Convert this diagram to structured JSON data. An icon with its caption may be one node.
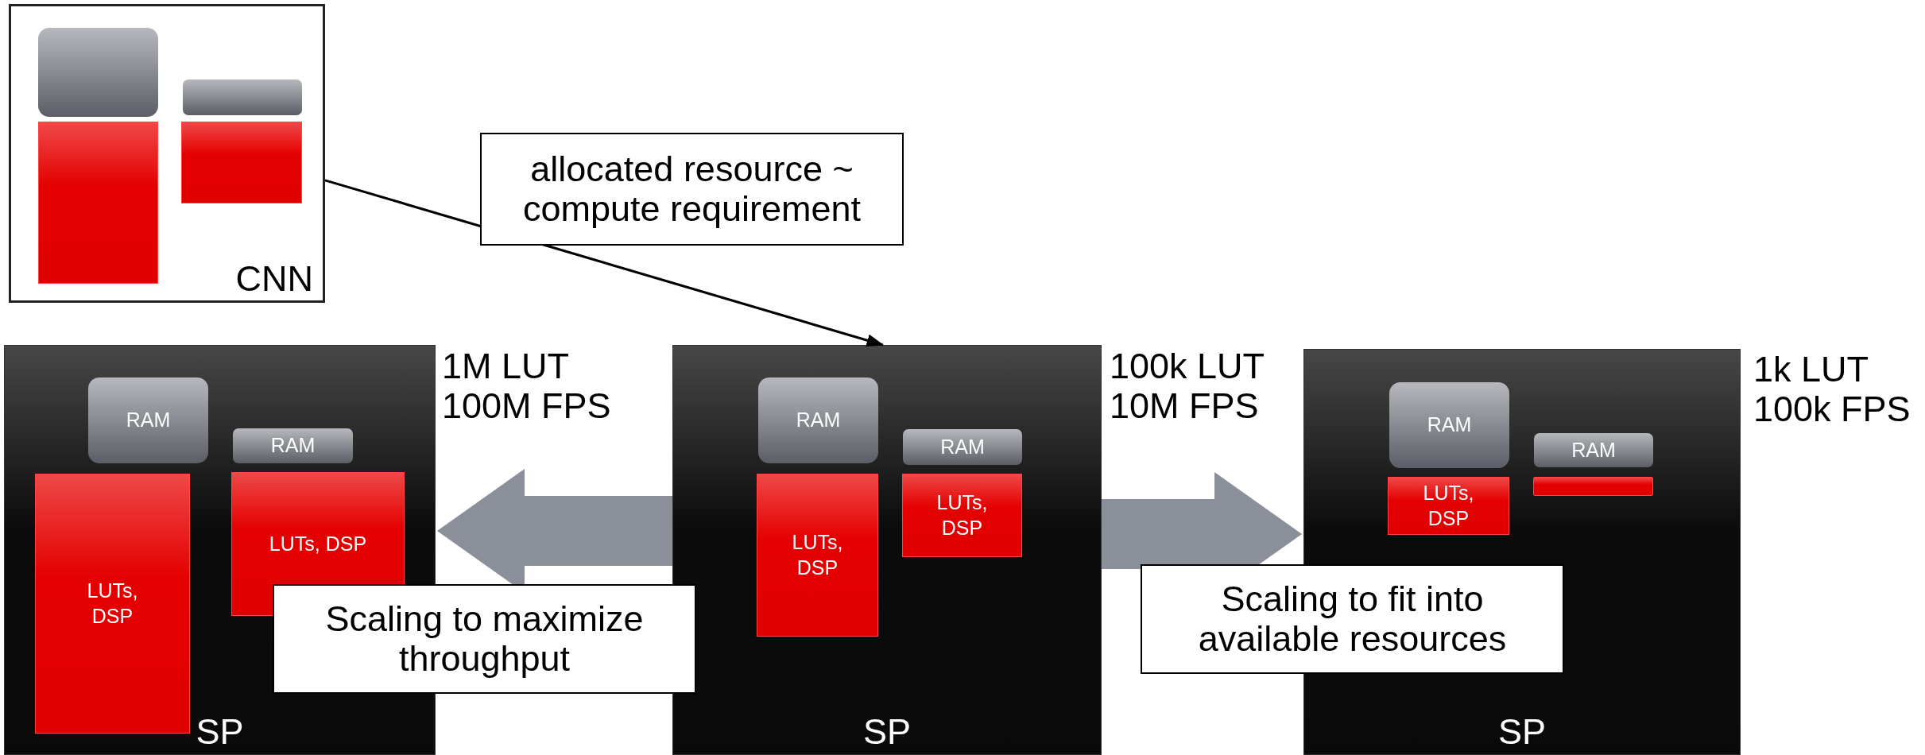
{
  "diagram": {
    "nodes": [
      {
        "text": [
          "CNN"
        ]
      },
      {
        "text": [],
        "shape": "box",
        "in": 0
      },
      {
        "text": [],
        "shape": "box",
        "in": 0
      },
      {
        "text": [],
        "shape": "box",
        "in": 0
      },
      {
        "text": [],
        "shape": "box",
        "in": 0
      },
      {
        "text": [
          "SP"
        ],
        "beside": [
          "1M LUT",
          "100M FPS"
        ]
      },
      {
        "text": [
          "RAM"
        ],
        "in": 5
      },
      {
        "text": [
          "RAM"
        ],
        "in": 5
      },
      {
        "text": [
          "LUTs, DSP"
        ],
        "in": 5
      },
      {
        "text": [
          "LUTs, DSP"
        ],
        "in": 5
      },
      {
        "text": [
          "SP"
        ],
        "beside": [
          "100k LUT",
          "10M FPS"
        ]
      },
      {
        "text": [
          "RAM"
        ],
        "in": 10
      },
      {
        "text": [
          "RAM"
        ],
        "in": 10
      },
      {
        "text": [
          "LUTs, DSP"
        ],
        "in": 10
      },
      {
        "text": [
          "LUTs, DSP"
        ],
        "in": 10
      },
      {
        "text": [
          "SP"
        ],
        "beside": [
          "1k LUT",
          "100k FPS"
        ]
      },
      {
        "text": [
          "RAM"
        ],
        "in": 15
      },
      {
        "text": [
          "RAM"
        ],
        "in": 15
      },
      {
        "text": [
          "LUTs, DSP"
        ],
        "in": 15
      },
      {
        "text": [],
        "shape": "bar",
        "in": 15
      }
    ],
    "edges": [
      {
        "from": 0,
        "to": 10,
        "arrow": "to",
        "label": "allocated resource ~ compute requirement",
        "color": "#000000"
      },
      {
        "from": 10,
        "to": 5,
        "arrow": "to",
        "label": "Scaling to maximize throughput",
        "style": "thick"
      },
      {
        "from": 10,
        "to": 15,
        "arrow": "to",
        "label": "Scaling to fit into available resources",
        "style": "thick"
      }
    ]
  }
}
